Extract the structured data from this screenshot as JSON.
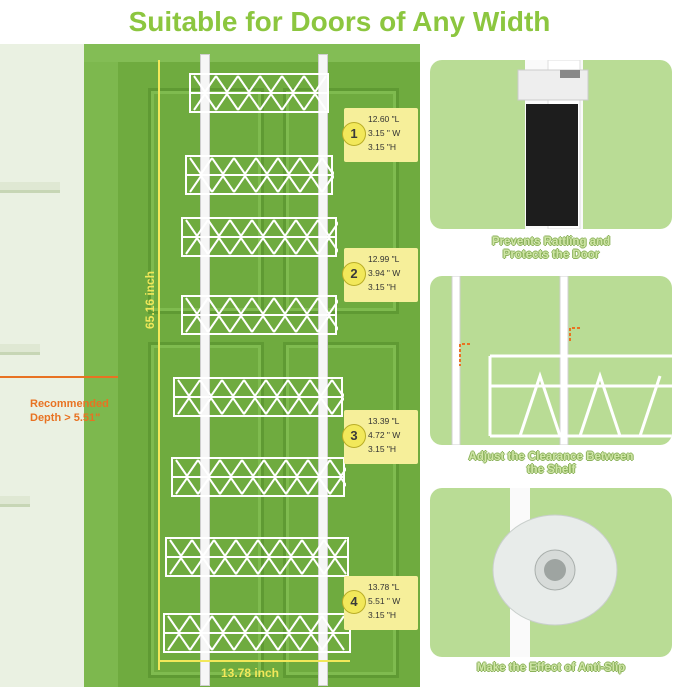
{
  "title": "Suitable for Doors of Any Width",
  "dimensions": {
    "height": "65.16 inch",
    "width": "13.78 inch",
    "depth_line1": "Recommended",
    "depth_line2": "Depth > 5.51\""
  },
  "specs": [
    {
      "num": "1",
      "l": "12.60 \"L",
      "w": "3.15 \" W",
      "h": "3.15 \"H"
    },
    {
      "num": "2",
      "l": "12.99 \"L",
      "w": "3.94 \" W",
      "h": "3.15 \"H"
    },
    {
      "num": "3",
      "l": "13.39 \"L",
      "w": "4.72 \" W",
      "h": "3.15 \"H"
    },
    {
      "num": "4",
      "l": "13.78 \"L",
      "w": "5.51 \" W",
      "h": "3.15 \"H"
    }
  ],
  "features": [
    {
      "caption_line1": "Prevents Rattling and",
      "caption_line2": "Protects the Door"
    },
    {
      "caption_line1": "Adjust the Clearance Between",
      "caption_line2": "the Shelf"
    },
    {
      "caption_line1": "Make the Effect of Anti-Slip",
      "caption_line2": ""
    }
  ],
  "colors": {
    "title_green": "#8cc63f",
    "door_green": "#6fab3f",
    "dimension_yellow": "#f2e85a",
    "depth_orange": "#e87222"
  }
}
